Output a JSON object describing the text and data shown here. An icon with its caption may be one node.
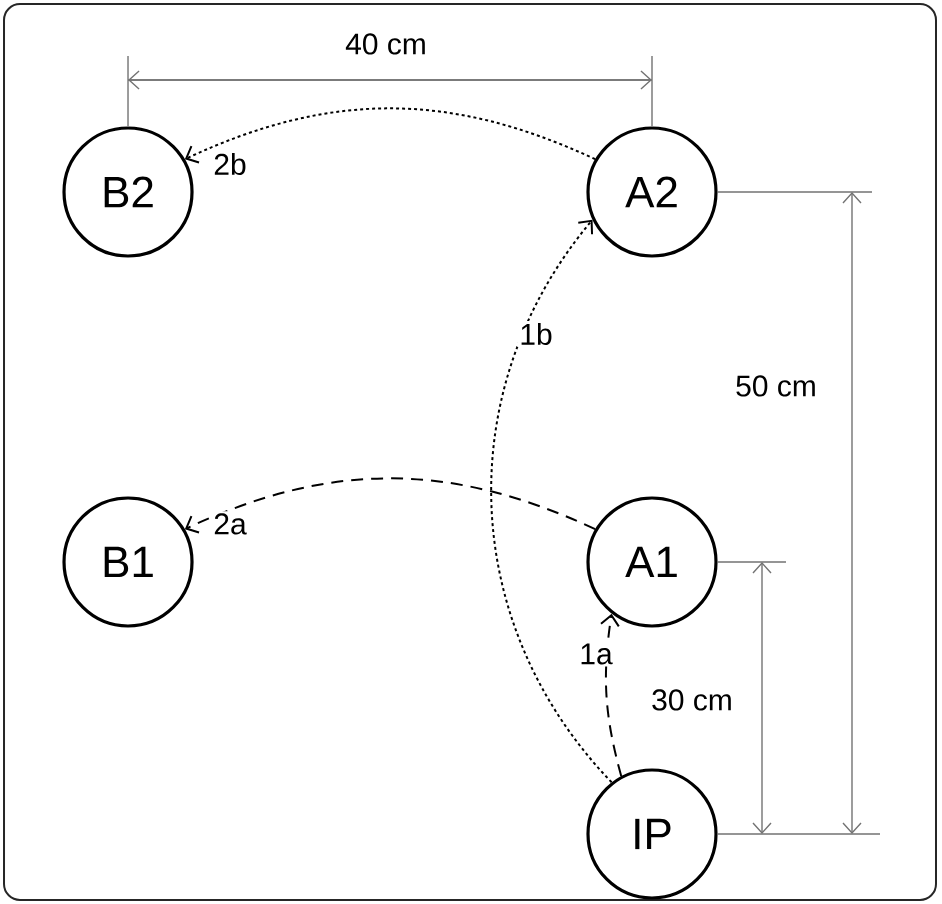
{
  "diagram": {
    "nodes": [
      {
        "text": [
          "B2"
        ]
      },
      {
        "text": [
          "A2"
        ]
      },
      {
        "text": [
          "B1"
        ]
      },
      {
        "text": [
          "A1"
        ]
      },
      {
        "text": [
          "IP"
        ]
      }
    ],
    "edges": [
      {
        "from": 1,
        "to": 0,
        "arrow": "to",
        "label": "2b"
      },
      {
        "from": 3,
        "to": 2,
        "arrow": "to",
        "label": "2a",
        "style": "dashed"
      },
      {
        "from": 4,
        "to": 1,
        "arrow": "to",
        "label": "1b"
      },
      {
        "from": 4,
        "to": 3,
        "arrow": "to",
        "label": "1a",
        "style": "dashed"
      }
    ],
    "labels": [
      "40 cm",
      "50 cm",
      "30 cm"
    ]
  }
}
